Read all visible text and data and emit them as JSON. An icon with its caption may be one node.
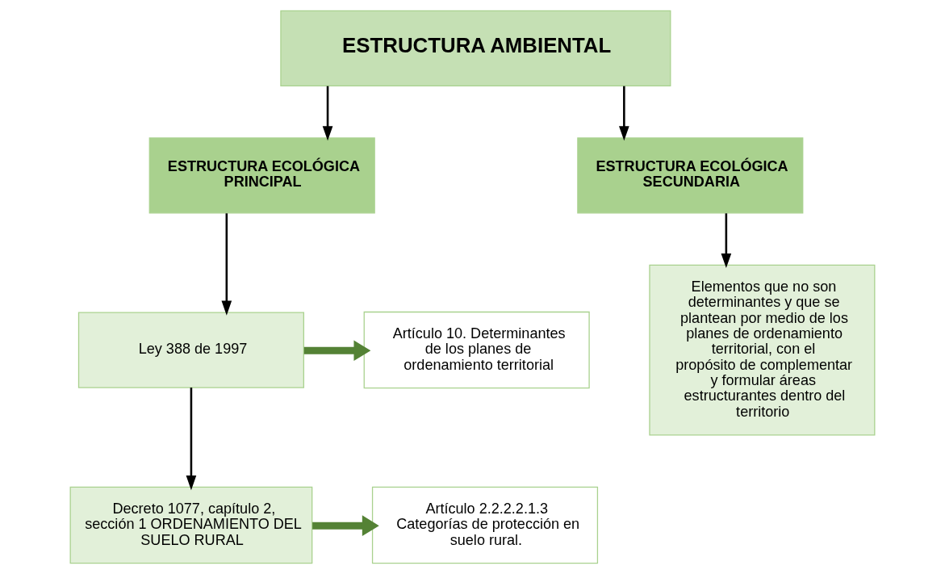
{
  "diagram": {
    "nodes": [
      {
        "text": [
          "ESTRUCTURA AMBIENTAL"
        ]
      },
      {
        "text": [
          "ESTRUCTURA ECOLÓGICA PRINCIPAL"
        ]
      },
      {
        "text": [
          "ESTRUCTURA ECOLÓGICA SECUNDARIA"
        ]
      },
      {
        "text": [
          "Ley 388 de 1997"
        ]
      },
      {
        "text": [
          "Artículo 10. Determinantes de los planes de ordenamiento territorial"
        ]
      },
      {
        "text": [
          "Decreto 1077, capítulo 2, sección 1 ORDENAMIENTO DEL SUELO RURAL"
        ]
      },
      {
        "text": [
          "Artículo 2.2.2.2.1.3 Categorías de protección en suelo rural."
        ]
      },
      {
        "text": [
          "Elementos que no son determinantes y que se plantean por medio de los planes de ordenamiento territorial, con el propósito de complementar y formular áreas estructurantes dentro del territorio"
        ]
      }
    ],
    "edges": [
      {
        "from": 0,
        "to": 1,
        "arrow": "to"
      },
      {
        "from": 0,
        "to": 2,
        "arrow": "to"
      },
      {
        "from": 1,
        "to": 3,
        "arrow": "to"
      },
      {
        "from": 3,
        "to": 4,
        "arrow": "to",
        "style": "thick",
        "color": "#548235"
      },
      {
        "from": 3,
        "to": 5,
        "arrow": "to"
      },
      {
        "from": 5,
        "to": 6,
        "arrow": "to",
        "style": "thick",
        "color": "#548235"
      },
      {
        "from": 2,
        "to": 7,
        "arrow": "to"
      }
    ]
  }
}
